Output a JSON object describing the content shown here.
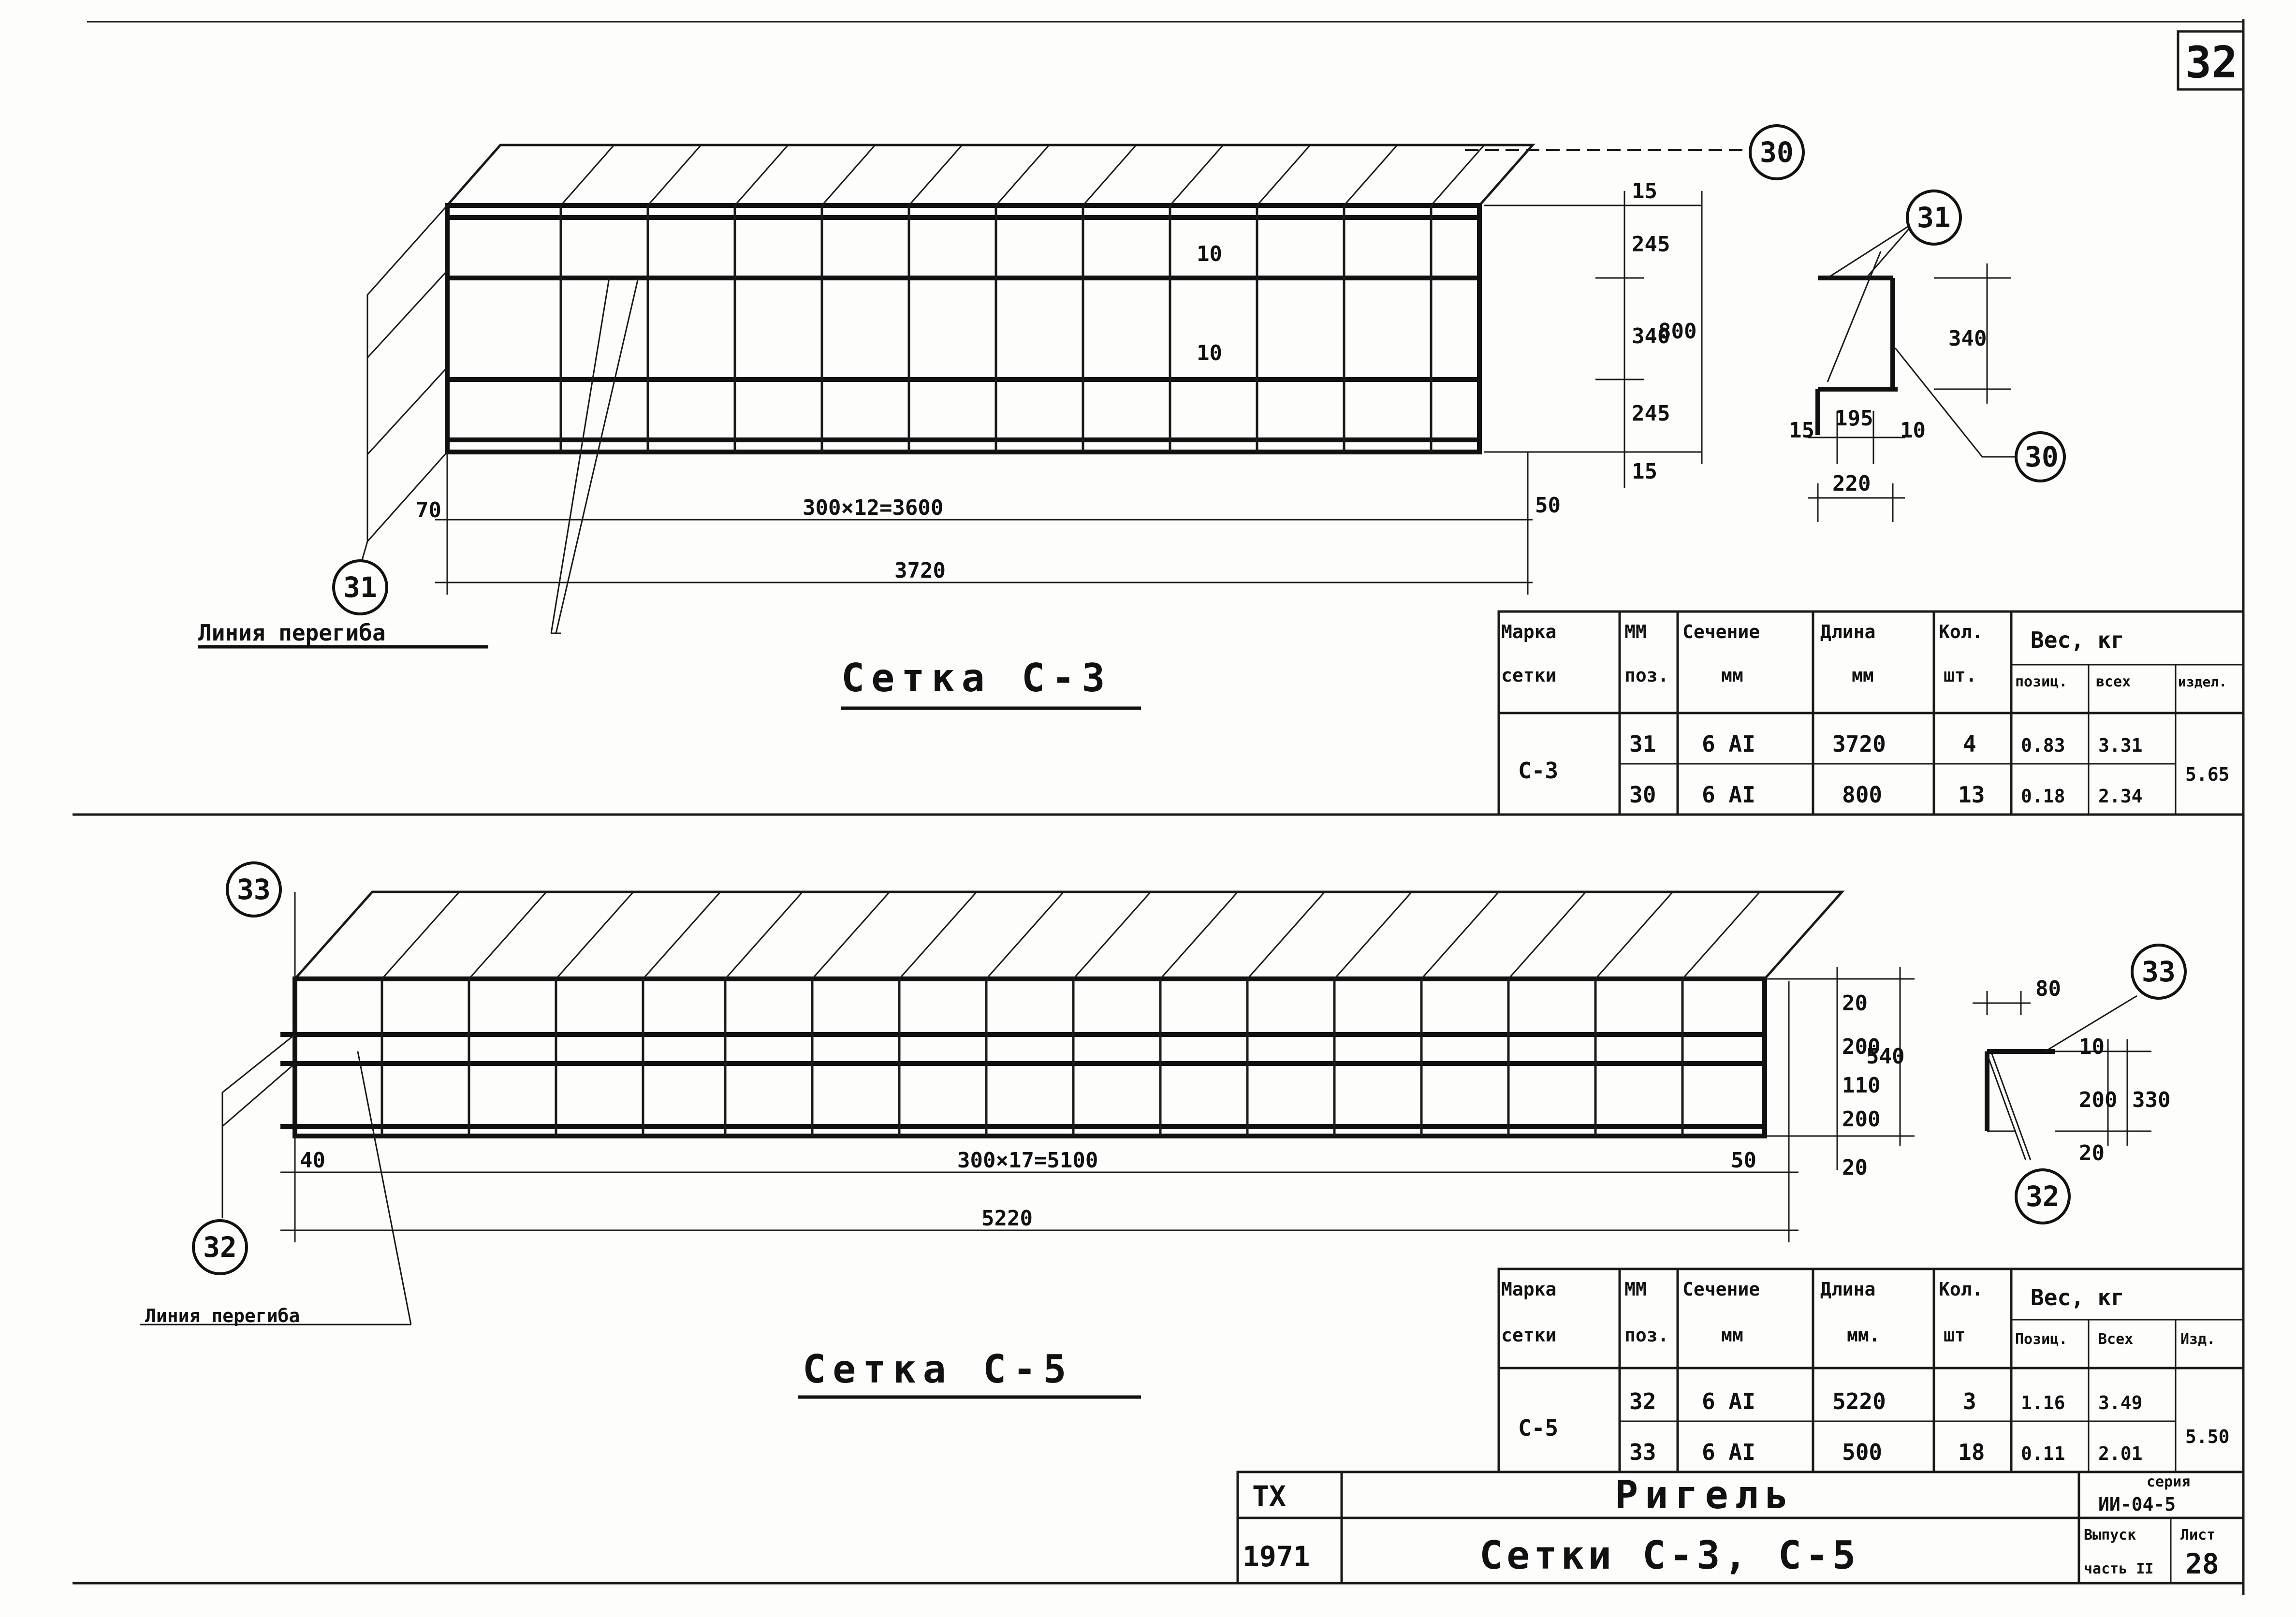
{
  "sheet": {
    "page_number": "32"
  },
  "net_top": {
    "title": "Сетка С-3",
    "bend_line_label": "Линия перегиба",
    "pos_longitudinal": "31",
    "pos_transverse": "30",
    "dim_main": "300×12=3600",
    "dim_total": "3720",
    "dim_left": "70",
    "dim_right": "50",
    "dim_10_a": "10",
    "dim_10_b": "10",
    "dim_vertical": [
      "15",
      "245",
      "340",
      "245",
      "15"
    ],
    "dim_height": "800",
    "section": {
      "pos_top": "31",
      "pos_bottom": "30",
      "dim_340": "340",
      "dim_15": "15",
      "dim_195": "195",
      "dim_10": "10",
      "dim_220": "220"
    }
  },
  "table_top": {
    "headers": {
      "mark": [
        "Марка",
        "сетки"
      ],
      "pos": [
        "ММ",
        "поз."
      ],
      "section": [
        "Сечение",
        "мм"
      ],
      "length": [
        "Длина",
        "мм"
      ],
      "qty": [
        "Кол.",
        "шт."
      ],
      "weight": "Вес, кг",
      "w_pos": "позиц.",
      "w_all": "всех",
      "w_item": "издел."
    },
    "mark": "С-3",
    "rows": [
      {
        "pos": "31",
        "section": "6 АI",
        "length": "3720",
        "qty": "4",
        "w_pos": "0.83",
        "w_all": "3.31"
      },
      {
        "pos": "30",
        "section": "6 АI",
        "length": "800",
        "qty": "13",
        "w_pos": "0.18",
        "w_all": "2.34"
      }
    ],
    "w_item": "5.65"
  },
  "net_bottom": {
    "title": "Сетка С-5",
    "bend_line_label": "Линия перегиба",
    "pos_transverse": "33",
    "pos_longitudinal": "32",
    "dim_main": "300×17=5100",
    "dim_total": "5220",
    "dim_left": "40",
    "dim_right": "50",
    "dim_vertical": [
      "20",
      "200",
      "110",
      "200"
    ],
    "dim_height": "540",
    "dim_bottom": "20",
    "section": {
      "pos_top": "33",
      "pos_bottom": "32",
      "dim_80": "80",
      "dim_10": "10",
      "dim_200": "200",
      "dim_330": "330",
      "dim_20": "20"
    }
  },
  "table_bottom": {
    "headers": {
      "mark": [
        "Марка",
        "сетки"
      ],
      "pos": [
        "ММ",
        "поз."
      ],
      "section": [
        "Сечение",
        "мм"
      ],
      "length": [
        "Длина",
        "мм."
      ],
      "qty": [
        "Кол.",
        "шт"
      ],
      "weight": "Вес, кг",
      "w_pos": "Позиц.",
      "w_all": "Всех",
      "w_item": "Изд."
    },
    "mark": "С-5",
    "rows": [
      {
        "pos": "32",
        "section": "6 АI",
        "length": "5220",
        "qty": "3",
        "w_pos": "1.16",
        "w_all": "3.49"
      },
      {
        "pos": "33",
        "section": "6 АI",
        "length": "500",
        "qty": "18",
        "w_pos": "0.11",
        "w_all": "2.01"
      }
    ],
    "w_item": "5.50"
  },
  "title_block": {
    "code": "ТХ",
    "year": "1971",
    "name": "Ригель",
    "subtitle": "Сетки С-3, С-5",
    "series_label": "серия",
    "series": "ИИ-04-5",
    "issue_label": [
      "Выпуск",
      "часть II"
    ],
    "sheet_label": "Лист",
    "sheet": "28"
  }
}
